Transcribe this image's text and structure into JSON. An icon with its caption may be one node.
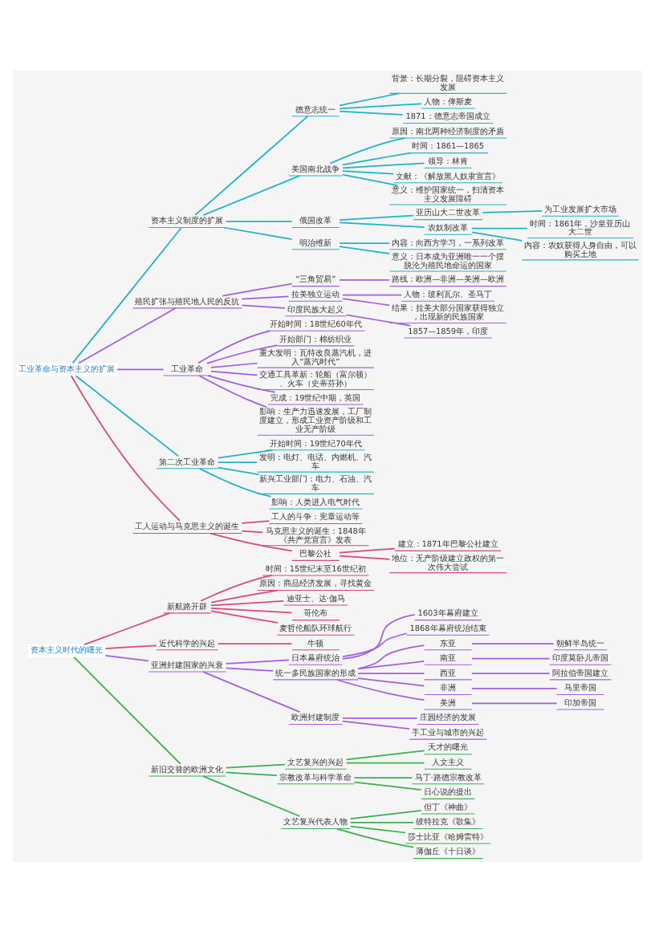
{
  "diagram": {
    "nodes": [
      {
        "text": [
          "资本主义时代的曙光"
        ]
      },
      {
        "text": [
          "新航路开辟"
        ]
      },
      {
        "text": [
          "时间：15世纪末至16世纪初"
        ]
      },
      {
        "text": [
          "原因：商品经济发展，寻找黄金"
        ]
      },
      {
        "text": [
          "迪亚士、达·伽马"
        ]
      },
      {
        "text": [
          "哥伦布"
        ]
      },
      {
        "text": [
          "麦哲伦船队环球航行"
        ]
      },
      {
        "text": [
          "近代科学的兴起"
        ]
      },
      {
        "text": [
          "牛顿"
        ]
      },
      {
        "text": [
          "亚洲封建国家的兴衰"
        ]
      },
      {
        "text": [
          "日本幕府统治"
        ]
      },
      {
        "text": [
          "1603年幕府建立"
        ]
      },
      {
        "text": [
          "1868年幕府统治结束"
        ]
      },
      {
        "text": [
          "统一多民族国家的形成"
        ]
      },
      {
        "text": [
          "东亚"
        ]
      },
      {
        "text": [
          "朝鲜半岛统一"
        ]
      },
      {
        "text": [
          "南亚"
        ]
      },
      {
        "text": [
          "印度莫卧儿帝国"
        ]
      },
      {
        "text": [
          "西亚"
        ]
      },
      {
        "text": [
          "阿拉伯帝国建立"
        ]
      },
      {
        "text": [
          "非洲"
        ]
      },
      {
        "text": [
          "马里帝国"
        ]
      },
      {
        "text": [
          "美洲"
        ]
      },
      {
        "text": [
          "印加帝国"
        ]
      },
      {
        "text": [
          "欧洲封建制度"
        ]
      },
      {
        "text": [
          "庄园经济的发展"
        ]
      },
      {
        "text": [
          "手工业与城市的兴起"
        ]
      },
      {
        "text": [
          "新旧交替的欧洲文化"
        ]
      },
      {
        "text": [
          "文艺复兴的兴起"
        ]
      },
      {
        "text": [
          "天才的曙光"
        ]
      },
      {
        "text": [
          "人文主义"
        ]
      },
      {
        "text": [
          "宗教改革与科学革命"
        ]
      },
      {
        "text": [
          "马丁·路德宗教改革"
        ]
      },
      {
        "text": [
          "日心说的提出"
        ]
      },
      {
        "text": [
          "文艺复兴代表人物"
        ]
      },
      {
        "text": [
          "但丁《神曲》"
        ]
      },
      {
        "text": [
          "彼特拉克《歌集》"
        ]
      },
      {
        "text": [
          "莎士比亚《哈姆雷特》"
        ]
      },
      {
        "text": [
          "薄伽丘《十日谈》"
        ]
      },
      {
        "text": [
          "工业革命与资本主义的扩展"
        ]
      },
      {
        "text": [
          "资本主义制度的扩展"
        ]
      },
      {
        "text": [
          "德意志统一"
        ]
      },
      {
        "text": [
          "背景：长期分裂，阻碍资本主义发展"
        ]
      },
      {
        "text": [
          "人物：俾斯麦"
        ]
      },
      {
        "text": [
          "1871：德意志帝国成立"
        ]
      },
      {
        "text": [
          "美国南北战争"
        ]
      },
      {
        "text": [
          "原因：南北两种经济制度的矛盾"
        ]
      },
      {
        "text": [
          "时间：1861—1865"
        ]
      },
      {
        "text": [
          "领导：林肯"
        ]
      },
      {
        "text": [
          "文献：《解放黑人奴隶宣言》"
        ]
      },
      {
        "text": [
          "意义：维护国家统一，扫清资本主义发展障碍"
        ]
      },
      {
        "text": [
          "俄国改革"
        ]
      },
      {
        "text": [
          "亚历山大二世改革"
        ]
      },
      {
        "text": [
          "为工业发展扩大市场"
        ]
      },
      {
        "text": [
          "农奴制改革"
        ]
      },
      {
        "text": [
          "时间：1861年，沙皇亚历山大二世"
        ]
      },
      {
        "text": [
          "内容：农奴获得人身自由，可以购买土地"
        ]
      },
      {
        "text": [
          "明治维新"
        ]
      },
      {
        "text": [
          "内容：向西方学习，一系列改革"
        ]
      },
      {
        "text": [
          "意义：日本成为亚洲唯一一个摆脱沦为殖民地命运的国家"
        ]
      },
      {
        "text": [
          "殖民扩张与殖民地人民的反抗"
        ]
      },
      {
        "text": [
          "“三角贸易”"
        ]
      },
      {
        "text": [
          "路线：欧洲—非洲—美洲—欧洲"
        ]
      },
      {
        "text": [
          "拉美独立运动"
        ]
      },
      {
        "text": [
          "人物：玻利瓦尔、圣马丁"
        ]
      },
      {
        "text": [
          "结果：拉美大部分国家获得独立，出现新的民族国家"
        ]
      },
      {
        "text": [
          "印度民族大起义"
        ]
      },
      {
        "text": [
          "1857—1859年，印度"
        ]
      },
      {
        "text": [
          "工业革命"
        ]
      },
      {
        "text": [
          "开始时间：18世纪60年代"
        ]
      },
      {
        "text": [
          "开始部门：棉纺织业"
        ]
      },
      {
        "text": [
          "重大发明：瓦特改良蒸汽机，进入“蒸汽时代”"
        ]
      },
      {
        "text": [
          "交通工具革新：轮船（富尔顿）、火车（史蒂芬孙）"
        ]
      },
      {
        "text": [
          "完成：19世纪中期，英国"
        ]
      },
      {
        "text": [
          "影响：生产力迅速发展，工厂制度建立，形成工业资产阶级和工业无产阶级"
        ]
      },
      {
        "text": [
          "第二次工业革命"
        ]
      },
      {
        "text": [
          "开始时间：19世纪70年代"
        ]
      },
      {
        "text": [
          "发明：电灯、电话、内燃机、汽车"
        ]
      },
      {
        "text": [
          "新兴工业部门：电力、石油、汽车"
        ]
      },
      {
        "text": [
          "影响：人类进入电气时代"
        ]
      },
      {
        "text": [
          "工人运动与马克思主义的诞生"
        ]
      },
      {
        "text": [
          "工人的斗争：宪章运动等"
        ]
      },
      {
        "text": [
          "马克思主义的诞生：1848年《共产党宣言》发表"
        ]
      },
      {
        "text": [
          "巴黎公社"
        ]
      },
      {
        "text": [
          "建立：1871年巴黎公社建立"
        ]
      },
      {
        "text": [
          "地位：无产阶级建立政权的第一次伟大尝试"
        ]
      }
    ],
    "edges": [
      {
        "from": 0,
        "to": 1,
        "arrow": "none",
        "color": "#e0457b"
      },
      {
        "from": 1,
        "to": 2,
        "arrow": "none",
        "color": "#e0457b"
      },
      {
        "from": 1,
        "to": 3,
        "arrow": "none",
        "color": "#e0457b"
      },
      {
        "from": 1,
        "to": 4,
        "arrow": "none",
        "color": "#e0457b"
      },
      {
        "from": 1,
        "to": 5,
        "arrow": "none",
        "color": "#e0457b"
      },
      {
        "from": 1,
        "to": 6,
        "arrow": "none",
        "color": "#e0457b"
      },
      {
        "from": 0,
        "to": 7,
        "arrow": "none",
        "color": "#e0457b"
      },
      {
        "from": 7,
        "to": 8,
        "arrow": "none",
        "color": "#e0457b"
      },
      {
        "from": 0,
        "to": 9,
        "arrow": "none"
      },
      {
        "from": 9,
        "to": 10,
        "arrow": "none"
      },
      {
        "from": 10,
        "to": 11,
        "arrow": "none"
      },
      {
        "from": 10,
        "to": 12,
        "arrow": "none"
      },
      {
        "from": 9,
        "to": 13,
        "arrow": "none"
      },
      {
        "from": 13,
        "to": 14,
        "arrow": "none"
      },
      {
        "from": 14,
        "to": 15,
        "arrow": "none"
      },
      {
        "from": 13,
        "to": 16,
        "arrow": "none"
      },
      {
        "from": 16,
        "to": 17,
        "arrow": "none"
      },
      {
        "from": 13,
        "to": 18,
        "arrow": "none"
      },
      {
        "from": 18,
        "to": 19,
        "arrow": "none"
      },
      {
        "from": 13,
        "to": 20,
        "arrow": "none"
      },
      {
        "from": 20,
        "to": 21,
        "arrow": "none"
      },
      {
        "from": 13,
        "to": 22,
        "arrow": "none"
      },
      {
        "from": 22,
        "to": 23,
        "arrow": "none"
      },
      {
        "from": 9,
        "to": 24,
        "arrow": "none"
      },
      {
        "from": 24,
        "to": 25,
        "arrow": "none"
      },
      {
        "from": 24,
        "to": 26,
        "arrow": "none"
      },
      {
        "from": 0,
        "to": 27,
        "arrow": "none",
        "color": "#37b24d"
      },
      {
        "from": 27,
        "to": 28,
        "arrow": "none",
        "color": "#37b24d"
      },
      {
        "from": 28,
        "to": 29,
        "arrow": "none",
        "color": "#37b24d"
      },
      {
        "from": 28,
        "to": 30,
        "arrow": "none",
        "color": "#37b24d"
      },
      {
        "from": 27,
        "to": 31,
        "arrow": "none",
        "color": "#37b24d"
      },
      {
        "from": 31,
        "to": 32,
        "arrow": "none",
        "color": "#37b24d"
      },
      {
        "from": 31,
        "to": 33,
        "arrow": "none",
        "color": "#37b24d"
      },
      {
        "from": 27,
        "to": 34,
        "arrow": "none",
        "color": "#37b24d"
      },
      {
        "from": 34,
        "to": 35,
        "arrow": "none",
        "color": "#37b24d"
      },
      {
        "from": 34,
        "to": 36,
        "arrow": "none",
        "color": "#37b24d"
      },
      {
        "from": 34,
        "to": 37,
        "arrow": "none",
        "color": "#37b24d"
      },
      {
        "from": 34,
        "to": 38,
        "arrow": "none",
        "color": "#37b24d"
      },
      {
        "from": 39,
        "to": 40,
        "arrow": "none",
        "color": "#1fb5c9"
      },
      {
        "from": 40,
        "to": 41,
        "arrow": "none",
        "color": "#1fb5c9"
      },
      {
        "from": 41,
        "to": 42,
        "arrow": "none",
        "color": "#1fb5c9"
      },
      {
        "from": 41,
        "to": 43,
        "arrow": "none",
        "color": "#1fb5c9"
      },
      {
        "from": 41,
        "to": 44,
        "arrow": "none",
        "color": "#1fb5c9"
      },
      {
        "from": 40,
        "to": 45,
        "arrow": "none",
        "color": "#1fb5c9"
      },
      {
        "from": 45,
        "to": 46,
        "arrow": "none",
        "color": "#1fb5c9"
      },
      {
        "from": 45,
        "to": 47,
        "arrow": "none",
        "color": "#1fb5c9"
      },
      {
        "from": 45,
        "to": 48,
        "arrow": "none",
        "color": "#1fb5c9"
      },
      {
        "from": 45,
        "to": 49,
        "arrow": "none",
        "color": "#1fb5c9"
      },
      {
        "from": 45,
        "to": 50,
        "arrow": "none",
        "color": "#1fb5c9"
      },
      {
        "from": 40,
        "to": 51,
        "arrow": "none",
        "color": "#1fb5c9"
      },
      {
        "from": 51,
        "to": 52,
        "arrow": "none",
        "color": "#1fb5c9"
      },
      {
        "from": 52,
        "to": 53,
        "arrow": "none",
        "color": "#1fb5c9"
      },
      {
        "from": 51,
        "to": 54,
        "arrow": "none",
        "color": "#1fb5c9"
      },
      {
        "from": 54,
        "to": 55,
        "arrow": "none",
        "color": "#1fb5c9"
      },
      {
        "from": 54,
        "to": 56,
        "arrow": "none",
        "color": "#1fb5c9"
      },
      {
        "from": 40,
        "to": 57,
        "arrow": "none",
        "color": "#1fb5c9"
      },
      {
        "from": 57,
        "to": 58,
        "arrow": "none",
        "color": "#1fb5c9"
      },
      {
        "from": 57,
        "to": 59,
        "arrow": "none",
        "color": "#1fb5c9"
      },
      {
        "from": 39,
        "to": 60,
        "arrow": "none"
      },
      {
        "from": 60,
        "to": 61,
        "arrow": "none"
      },
      {
        "from": 61,
        "to": 62,
        "arrow": "none"
      },
      {
        "from": 60,
        "to": 63,
        "arrow": "none"
      },
      {
        "from": 63,
        "to": 64,
        "arrow": "none"
      },
      {
        "from": 63,
        "to": 65,
        "arrow": "none"
      },
      {
        "from": 60,
        "to": 66,
        "arrow": "none"
      },
      {
        "from": 66,
        "to": 67,
        "arrow": "none"
      },
      {
        "from": 39,
        "to": 68,
        "arrow": "none"
      },
      {
        "from": 68,
        "to": 69,
        "arrow": "none"
      },
      {
        "from": 68,
        "to": 70,
        "arrow": "none"
      },
      {
        "from": 68,
        "to": 71,
        "arrow": "none"
      },
      {
        "from": 68,
        "to": 72,
        "arrow": "none"
      },
      {
        "from": 68,
        "to": 73,
        "arrow": "none"
      },
      {
        "from": 68,
        "to": 74,
        "arrow": "none"
      },
      {
        "from": 39,
        "to": 75,
        "arrow": "none",
        "color": "#1fb5c9"
      },
      {
        "from": 75,
        "to": 76,
        "arrow": "none",
        "color": "#1fb5c9"
      },
      {
        "from": 75,
        "to": 77,
        "arrow": "none",
        "color": "#1fb5c9"
      },
      {
        "from": 75,
        "to": 78,
        "arrow": "none",
        "color": "#1fb5c9"
      },
      {
        "from": 75,
        "to": 79,
        "arrow": "none",
        "color": "#1fb5c9"
      },
      {
        "from": 39,
        "to": 80,
        "arrow": "none",
        "color": "#e0457b"
      },
      {
        "from": 80,
        "to": 81,
        "arrow": "none",
        "color": "#e0457b"
      },
      {
        "from": 80,
        "to": 82,
        "arrow": "none",
        "color": "#e0457b"
      },
      {
        "from": 80,
        "to": 83,
        "arrow": "none",
        "color": "#e0457b"
      },
      {
        "from": 83,
        "to": 84,
        "arrow": "none",
        "color": "#e0457b"
      },
      {
        "from": 83,
        "to": 85,
        "arrow": "none",
        "color": "#e0457b"
      }
    ]
  }
}
